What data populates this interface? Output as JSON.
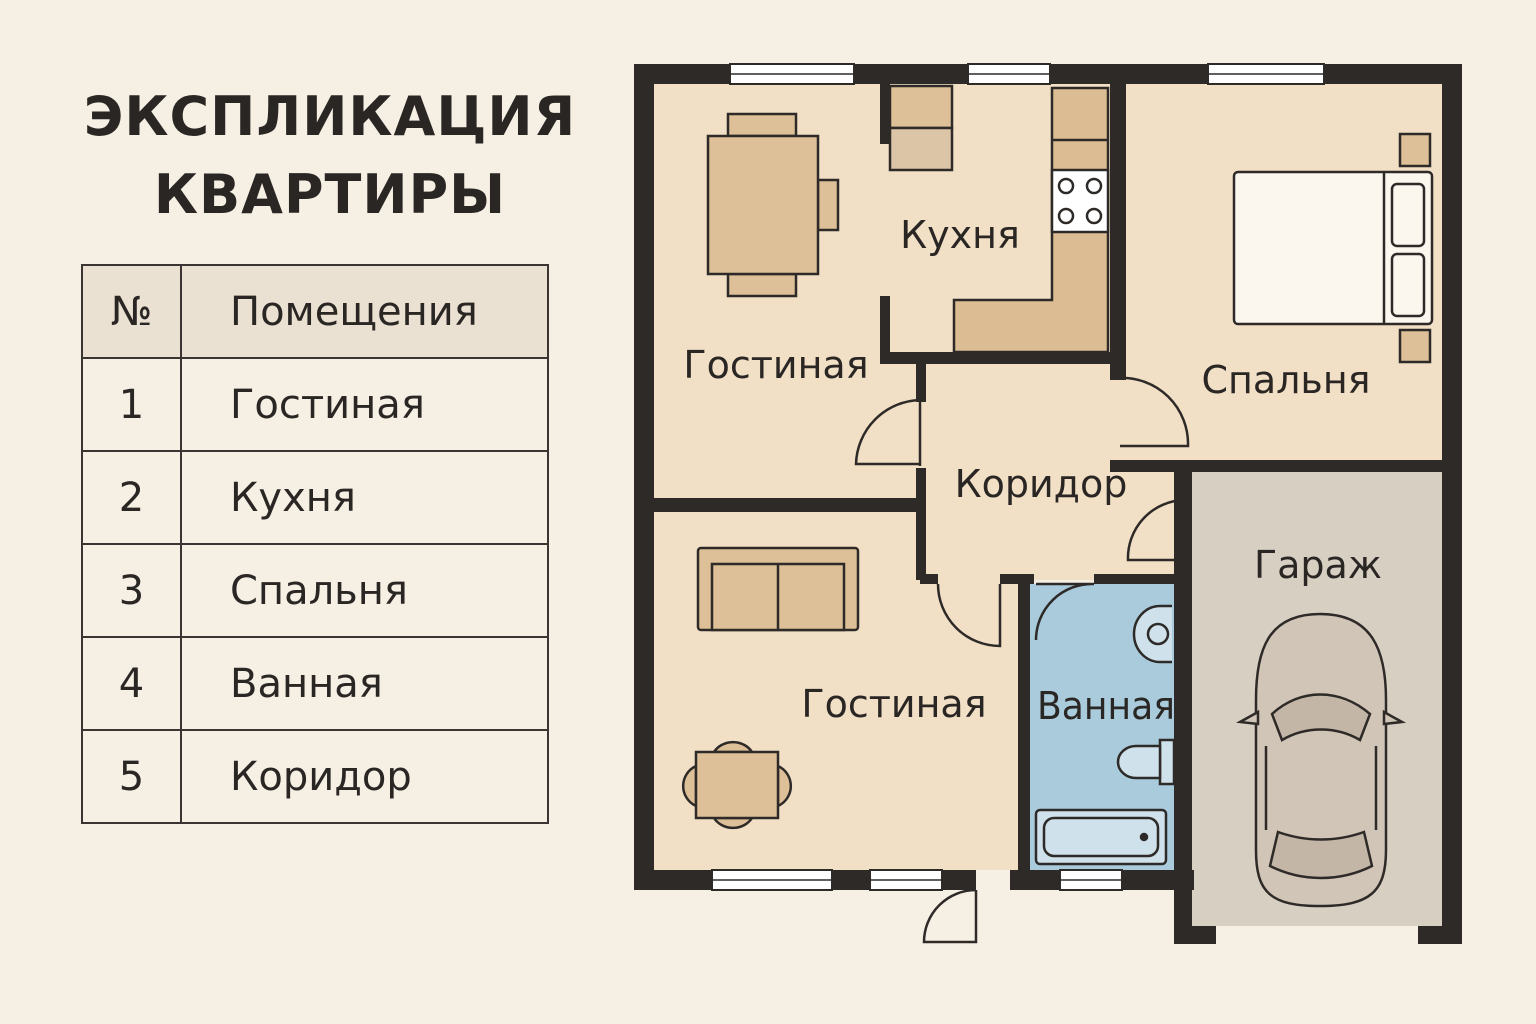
{
  "title": {
    "line1": "ЭКСПЛИКАЦИЯ",
    "line2": "КВАРТИРЫ"
  },
  "table": {
    "headers": {
      "num": "№",
      "room": "Помещения"
    },
    "rows": [
      {
        "num": "1",
        "room": "Гостиная"
      },
      {
        "num": "2",
        "room": "Кухня"
      },
      {
        "num": "3",
        "room": "Спальня"
      },
      {
        "num": "4",
        "room": "Ванная"
      },
      {
        "num": "5",
        "room": "Коридор"
      }
    ]
  },
  "plan": {
    "labels": {
      "living_top": "Гостиная",
      "kitchen": "Кухня",
      "bedroom": "Спальня",
      "corridor": "Коридор",
      "garage": "Гараж",
      "living_bottom": "Гостиная",
      "bathroom": "Ванная"
    },
    "colors": {
      "wall": "#2e2a28",
      "room": "#f1dfc6",
      "bathroom": "#a9cbdc",
      "garage": "#d8cfc3",
      "furniture": "#ddbf98",
      "counter": "#dcbc92"
    }
  }
}
